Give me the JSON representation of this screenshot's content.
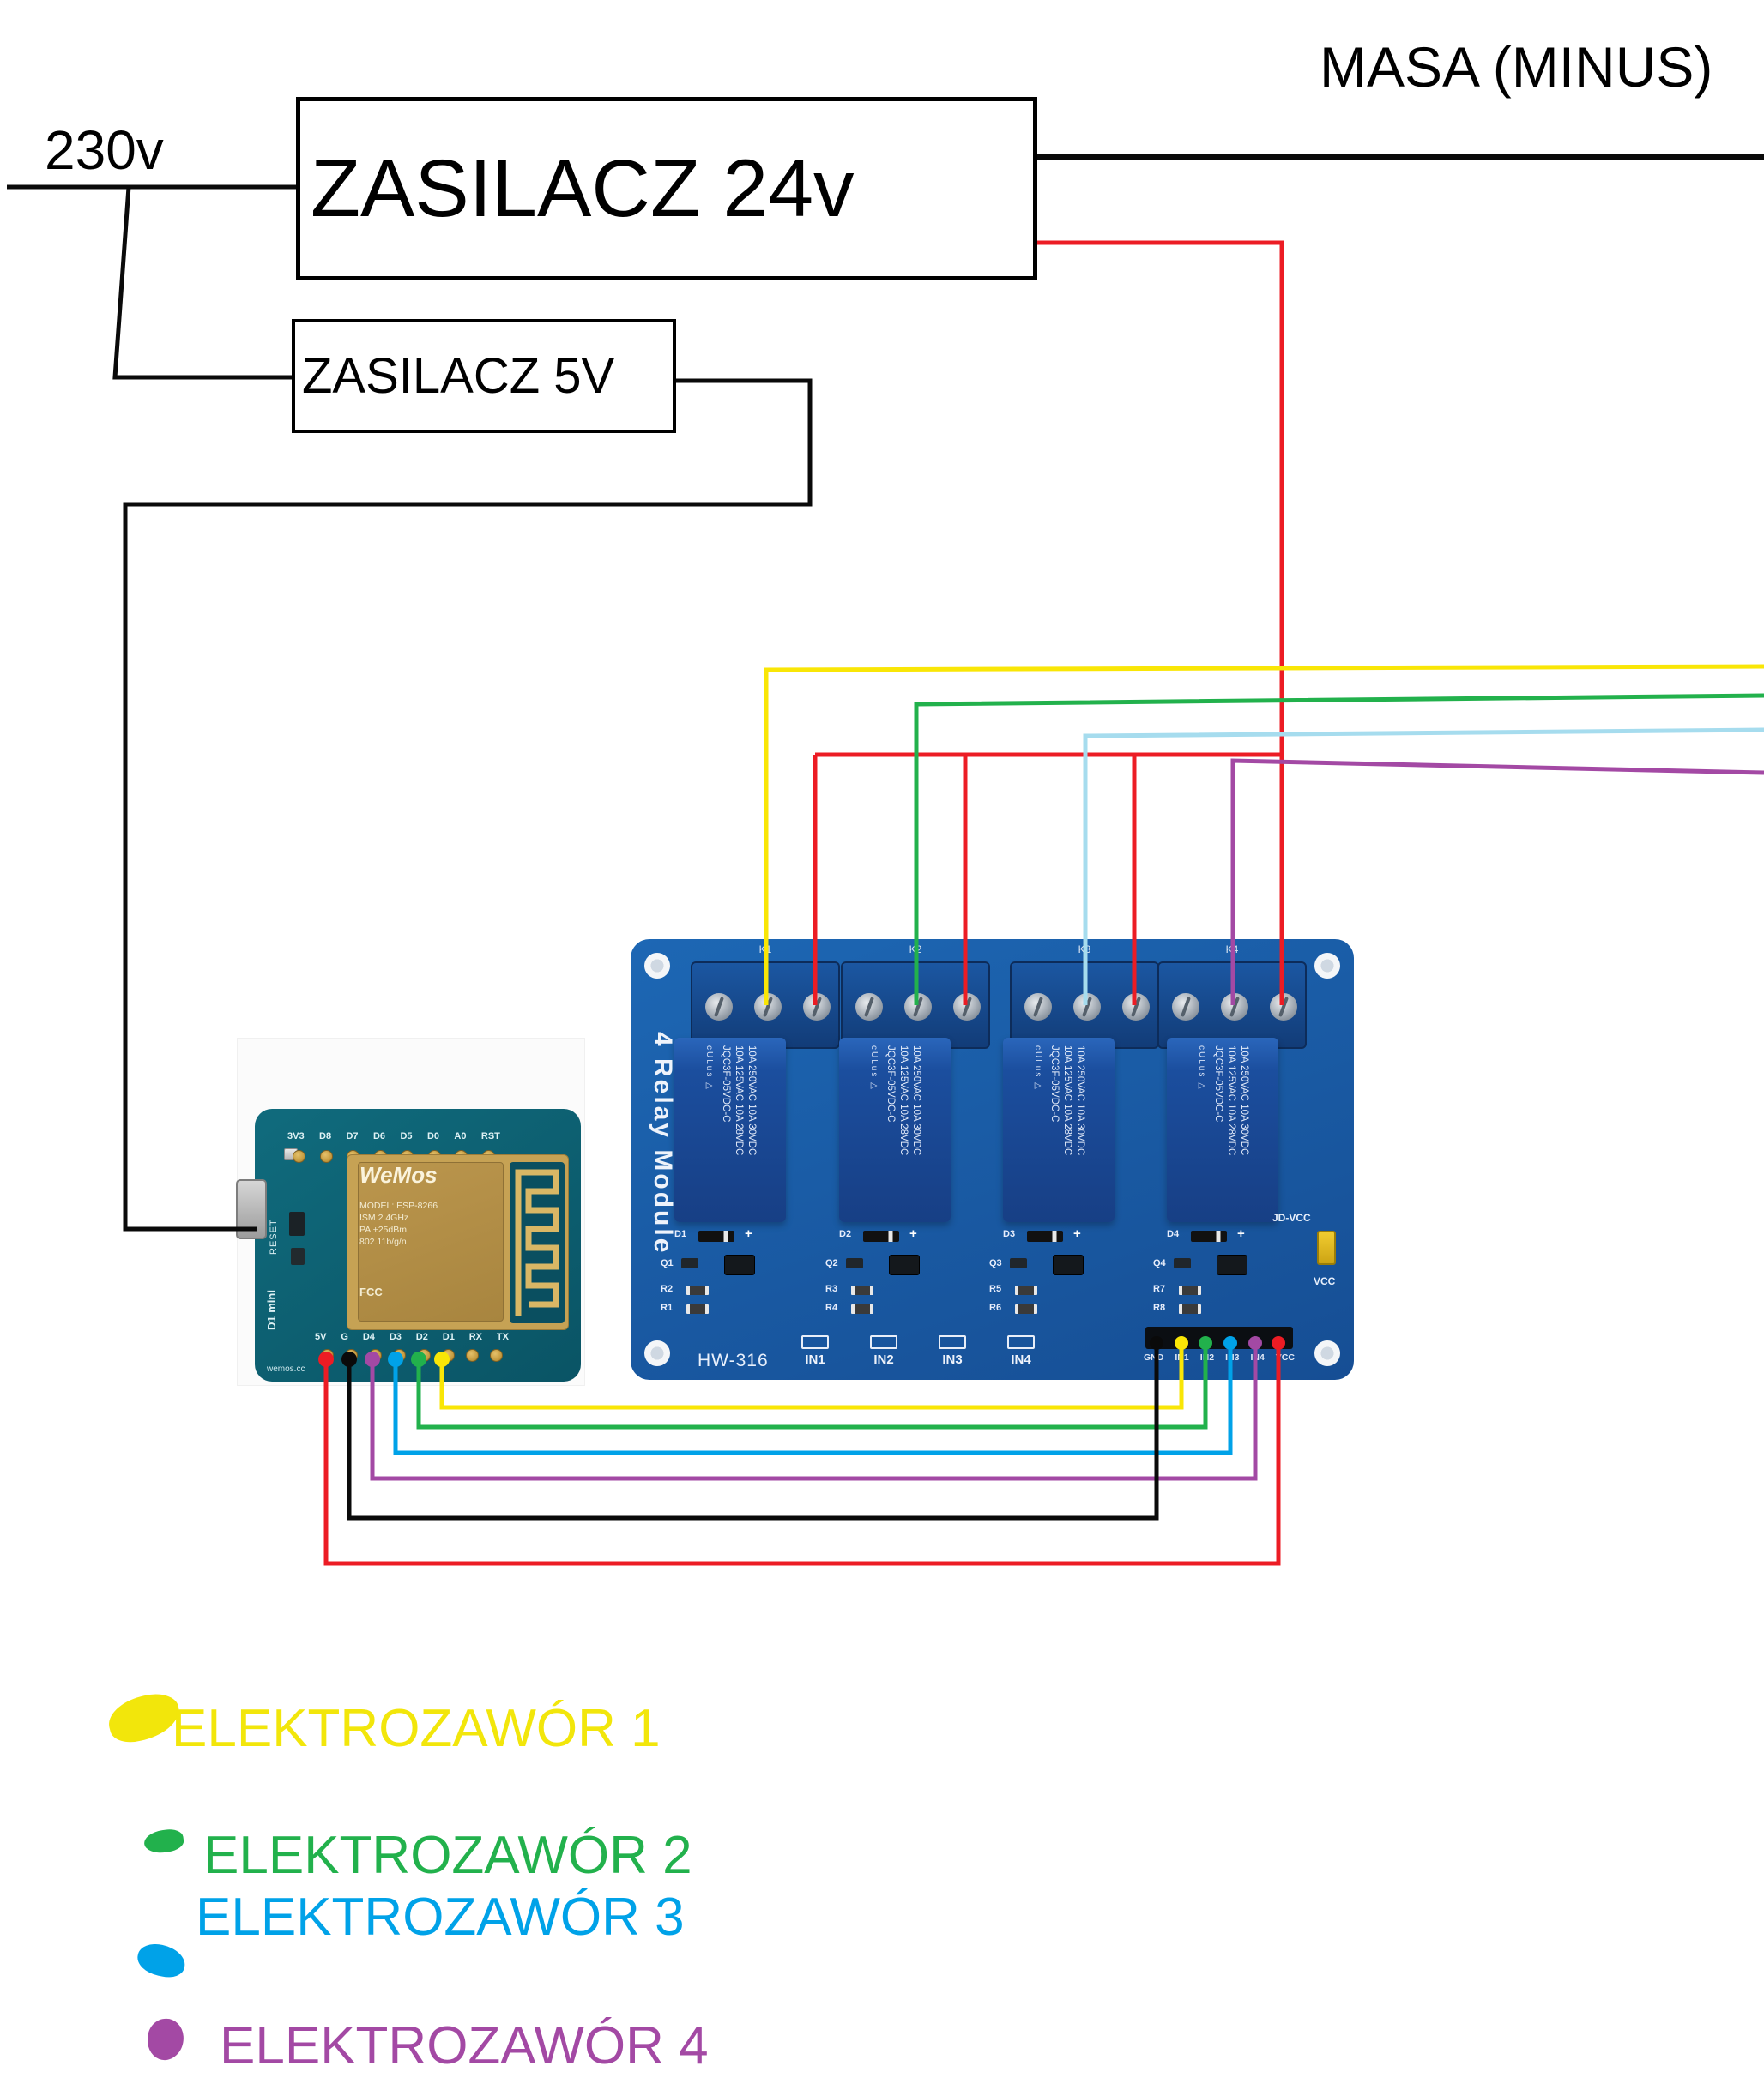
{
  "labels": {
    "mains": "230v",
    "ground": "MASA (MINUS)",
    "psu_24": "ZASILACZ 24v",
    "psu_5": "ZASILACZ 5V"
  },
  "colors": {
    "red": "#ec1c24",
    "black": "#0a0a0a",
    "yellow": "#f9e606",
    "green": "#22b14c",
    "light_blue": "#a6dcee",
    "blue": "#00a2e8",
    "purple": "#a349a4"
  },
  "wemos": {
    "reset": "RESET",
    "pins_top": [
      "3V3",
      "D8",
      "D7",
      "D6",
      "D5",
      "D0",
      "A0",
      "RST"
    ],
    "pins_bottom": [
      "5V",
      "G",
      "D4",
      "D3",
      "D2",
      "D1",
      "RX",
      "TX"
    ],
    "logo": "WeMos",
    "chip_lines": [
      "MODEL: ESP-8266",
      "ISM 2.4GHz",
      "PA +25dBm",
      "802.11b/g/n"
    ],
    "fcc": "FCC",
    "board_name": "D1 mini",
    "site": "wemos.cc"
  },
  "relay": {
    "side_label": "4 Relay Module",
    "model": "HW-316",
    "k_labels": [
      "K1",
      "K2",
      "K3",
      "K4"
    ],
    "relay_lines": [
      "10A 250VAC 10A 30VDC",
      "10A 125VAC 10A 28VDC",
      "JQC3F-05VDC-C"
    ],
    "cert": "cULus  △",
    "plus": "+",
    "d_labels": [
      "D1",
      "D2",
      "D3",
      "D4"
    ],
    "q_labels": [
      "Q1",
      "Q2",
      "Q3",
      "Q4"
    ],
    "r_top": [
      "R2",
      "R3",
      "R5",
      "R7"
    ],
    "r_bottom": [
      "R1",
      "R4",
      "R6",
      "R8"
    ],
    "in_labels": [
      "IN1",
      "IN2",
      "IN3",
      "IN4"
    ],
    "header_pins": [
      "GND",
      "IN1",
      "IN2",
      "IN3",
      "IN4",
      "VCC"
    ],
    "jumper_top": "JD-VCC",
    "jumper_bottom": "VCC"
  },
  "legend": {
    "items": [
      {
        "label": "ELEKTROZAWÓR 1",
        "color": "#f2e60b"
      },
      {
        "label": "ELEKTROZAWÓR 2",
        "color": "#22b14c"
      },
      {
        "label": "ELEKTROZAWÓR 3",
        "color": "#00a2e8"
      },
      {
        "label": "ELEKTROZAWÓR 4",
        "color": "#a349a4"
      }
    ]
  }
}
